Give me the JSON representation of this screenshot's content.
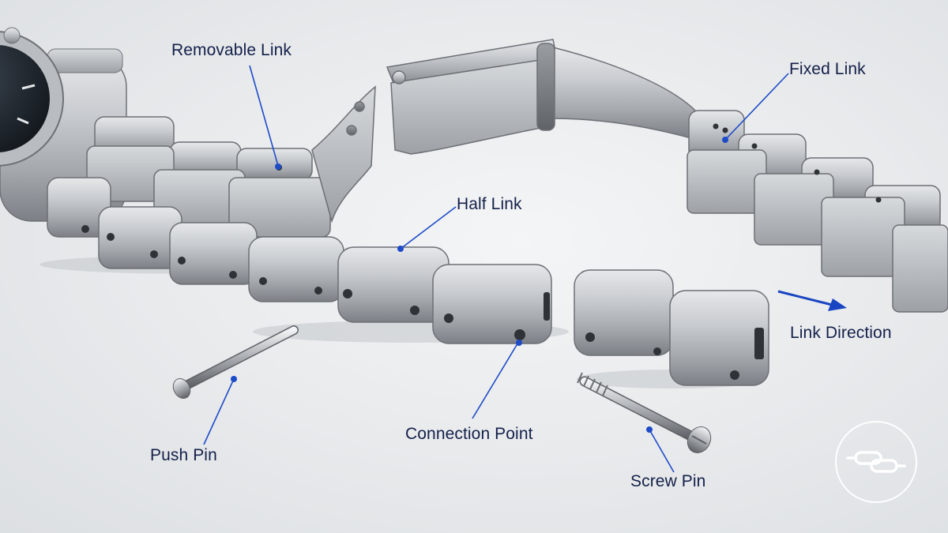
{
  "labels": {
    "removable_link": "Removable Link",
    "fixed_link": "Fixed Link",
    "half_link": "Half Link",
    "link_direction": "Link Direction",
    "connection_point": "Connection Point",
    "push_pin": "Push Pin",
    "screw_pin": "Screw Pin"
  },
  "colors": {
    "background": "#eceef0",
    "label_text": "#14204a",
    "leader_line": "#1e4bc8",
    "metal_light": "#d9dcdf",
    "metal_mid": "#a9adb2",
    "metal_dark": "#6f7378"
  },
  "logo": {
    "icon": "chain-link-icon"
  }
}
